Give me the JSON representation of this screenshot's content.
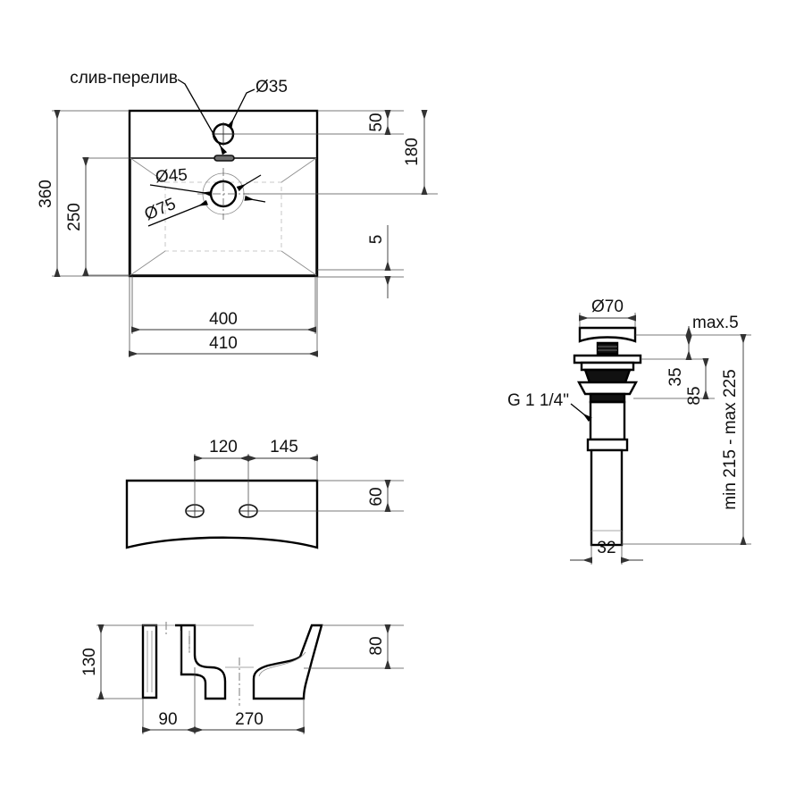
{
  "document": {
    "type": "technical-drawing",
    "subject": "washbasin-dimensional-drawing",
    "units_note": "mm"
  },
  "colors": {
    "line": "#111111",
    "dimension_line": "#333333",
    "hidden_line": "#b9b9b9",
    "background": "#ffffff"
  },
  "top_view": {
    "labels": {
      "overflow": "слив-перелив",
      "tap_hole_dia": "Ø35",
      "drain_dia_inner": "Ø45",
      "drain_dia_outer": "Ø75"
    },
    "dimensions": {
      "depth_total": "360",
      "bowl_depth": "250",
      "tap_hole_offset": "50",
      "drain_offset": "180",
      "rim_thickness": "5",
      "bowl_width": "400",
      "total_width": "410"
    }
  },
  "front_view": {
    "dimensions": {
      "hole_spacing_left": "120",
      "hole_spacing_right": "145",
      "height": "60"
    }
  },
  "section_view": {
    "dimensions": {
      "total_height": "130",
      "rear_height": "80",
      "rear_depth": "90",
      "bowl_depth": "270"
    }
  },
  "valve_detail": {
    "labels": {
      "cap_dia": "Ø70",
      "thread": "G 1 1/4\"",
      "max_gap": "max.5"
    },
    "dimensions": {
      "cap_to_flange": "35",
      "flange_to_thread": "85",
      "tube_dia": "32",
      "total_range": "min 215 - max 225"
    }
  }
}
